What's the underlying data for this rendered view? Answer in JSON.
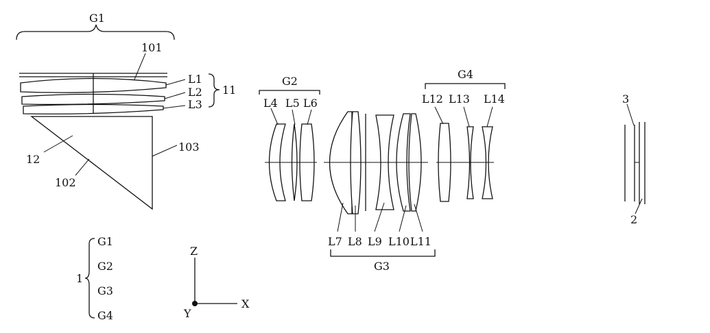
{
  "labels": {
    "g1": "G1",
    "g2": "G2",
    "g3": "G3",
    "g4": "G4",
    "ref_101": "101",
    "ref_102": "102",
    "ref_103": "103",
    "ref_11": "11",
    "ref_12": "12",
    "ref_1": "1",
    "ref_2": "2",
    "ref_3": "3",
    "l1": "L1",
    "l2": "L2",
    "l3": "L3",
    "l4": "L4",
    "l5": "L5",
    "l6": "L6",
    "l7": "L7",
    "l8": "L8",
    "l9": "L9",
    "l10": "L10",
    "l11": "L11",
    "l12": "L12",
    "l13": "L13",
    "l14": "L14"
  },
  "legend": {
    "bracket_label": "1",
    "items": [
      "G1",
      "G2",
      "G3",
      "G4"
    ]
  },
  "axes": {
    "z": "Z",
    "x": "X",
    "y": "Y"
  }
}
